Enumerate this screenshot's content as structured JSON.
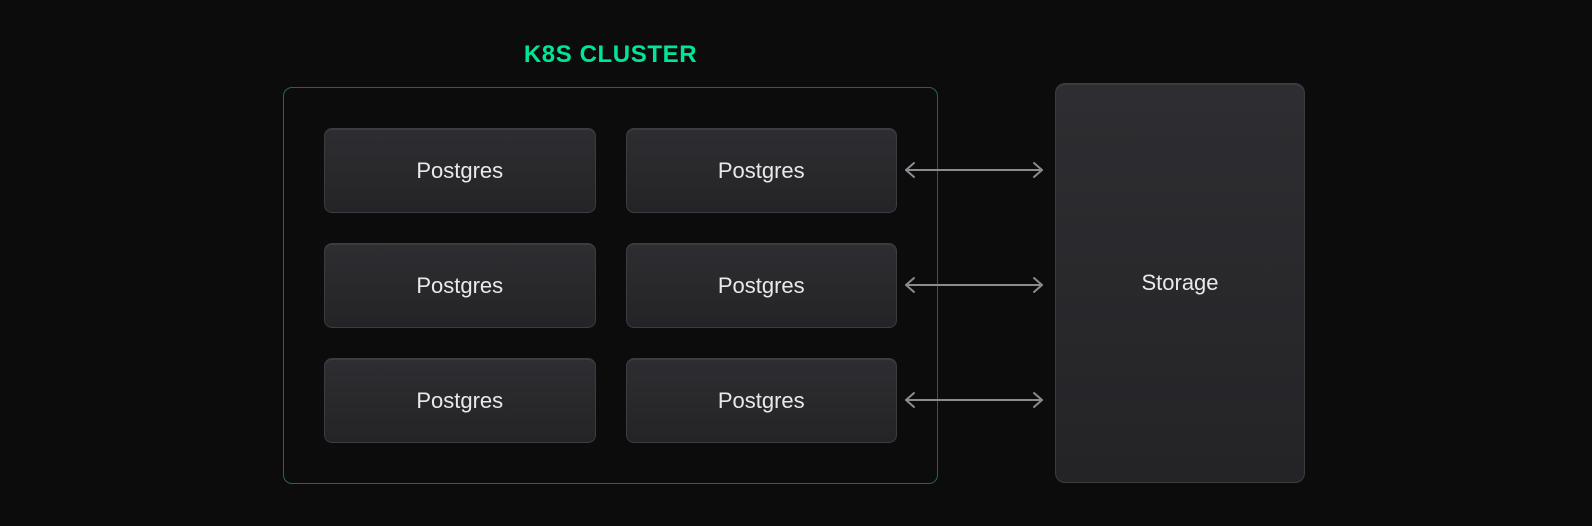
{
  "diagram": {
    "cluster": {
      "title": "K8S CLUSTER",
      "nodes": [
        "Postgres",
        "Postgres",
        "Postgres",
        "Postgres",
        "Postgres",
        "Postgres"
      ]
    },
    "storage": {
      "label": "Storage"
    },
    "connections": [
      {
        "from": "postgres-row-1-right",
        "to": "storage",
        "type": "bidirectional-arrow"
      },
      {
        "from": "postgres-row-2-right",
        "to": "storage",
        "type": "bidirectional-arrow"
      },
      {
        "from": "postgres-row-3-right",
        "to": "storage",
        "type": "bidirectional-arrow"
      }
    ],
    "colors": {
      "background": "#0c0c0d",
      "accent_green": "#00E599",
      "cluster_border": "#1d6950",
      "node_fill_top": "#2e2e32",
      "node_fill_bottom": "#242427",
      "node_border": "#3c3c41",
      "node_text": "#e9e9eb",
      "arrow": "#8b8b90"
    }
  }
}
